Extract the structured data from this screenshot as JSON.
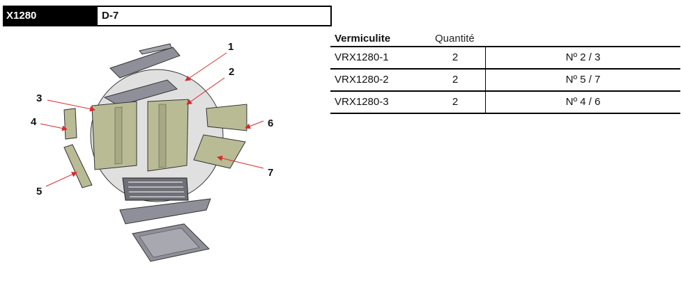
{
  "header": {
    "code": "X1280",
    "ref": "D-7"
  },
  "table": {
    "headers": [
      "Vermiculite",
      "Quantité"
    ],
    "rows": [
      {
        "ref": "VRX1280-1",
        "qty": "2",
        "pos": "Nº 2 / 3"
      },
      {
        "ref": "VRX1280-2",
        "qty": "2",
        "pos": "Nº 5 / 7"
      },
      {
        "ref": "VRX1280-3",
        "qty": "2",
        "pos": "Nº 4 / 6"
      }
    ]
  },
  "diagram": {
    "callouts": [
      "1",
      "2",
      "3",
      "4",
      "5",
      "6",
      "7"
    ],
    "colors": {
      "panel": "#b9bb95",
      "metal": "#8f8f99",
      "circle": "#e0e0e0",
      "arrow": "#d62b2b"
    }
  }
}
